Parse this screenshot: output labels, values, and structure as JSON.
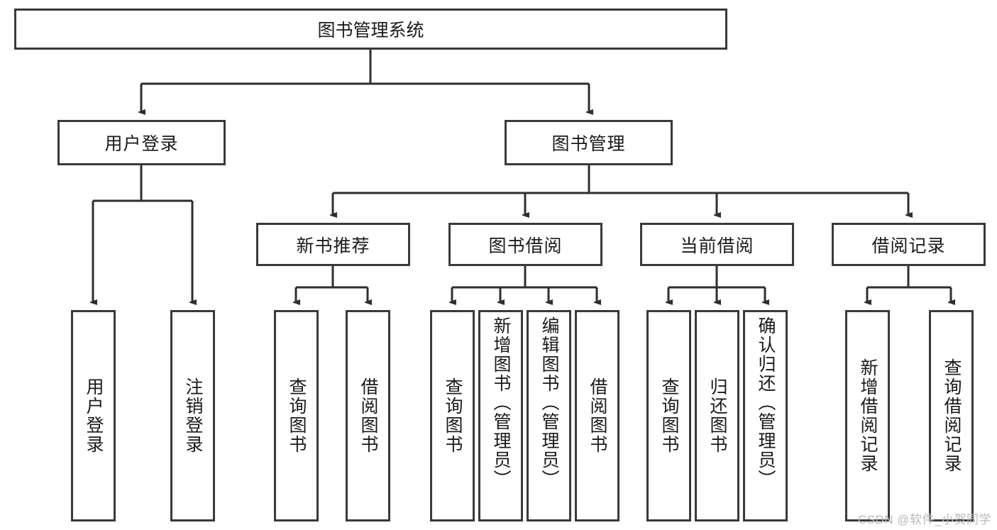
{
  "diagram": {
    "title": "图书管理系统",
    "watermark": "CSDN @软件_小贺同学",
    "colors": {
      "box_border": "#3a3a3a",
      "box_fill": "#ffffff",
      "connector": "#2f2f2f",
      "text": "#1a1a1a",
      "watermark": "#b9b9b9"
    },
    "levels": {
      "root": {
        "label": "图书管理系统"
      },
      "level2": [
        {
          "label": "用户登录"
        },
        {
          "label": "图书管理"
        }
      ],
      "level3": [
        {
          "label": "新书推荐"
        },
        {
          "label": "图书借阅"
        },
        {
          "label": "当前借阅"
        },
        {
          "label": "借阅记录"
        }
      ],
      "leaves": {
        "user_login": [
          {
            "label": "用户登录"
          },
          {
            "label": "注销登录"
          }
        ],
        "new_book_recommend": [
          {
            "label": "查询图书"
          },
          {
            "label": "借阅图书"
          }
        ],
        "book_borrow": [
          {
            "label": "查询图书"
          },
          {
            "label": "新增图书（管理员）"
          },
          {
            "label": "编辑图书（管理员）"
          },
          {
            "label": "借阅图书"
          }
        ],
        "current_borrow": [
          {
            "label": "查询图书"
          },
          {
            "label": "归还图书"
          },
          {
            "label": "确认归还（管理员）"
          }
        ],
        "borrow_record": [
          {
            "label": "新增借阅记录"
          },
          {
            "label": "查询借阅记录"
          }
        ]
      }
    }
  }
}
